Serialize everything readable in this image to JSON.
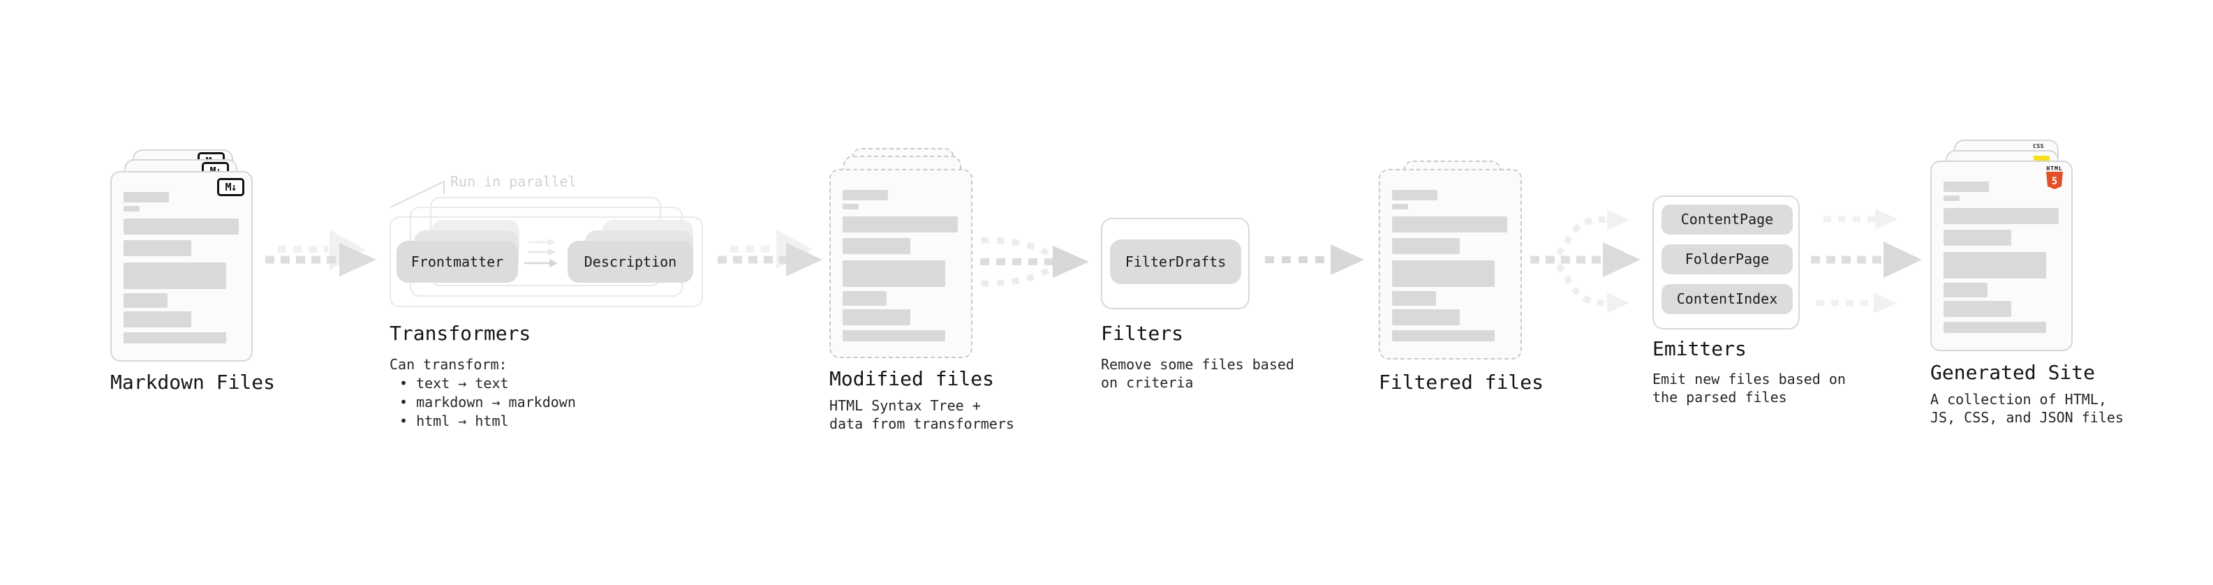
{
  "colors": {
    "html5_orange": "#e34f26",
    "js_yellow": "#f7df1e",
    "css_blue": "#4285f4"
  },
  "nodes": {
    "markdown_files": {
      "label": "Markdown Files",
      "badge": "M↓"
    },
    "transformers": {
      "label": "Transformers",
      "annotation": "Run in parallel",
      "pills": [
        "Frontmatter",
        "Description"
      ],
      "heading": "Can transform:",
      "bullets": [
        "• text → text",
        "• markdown → markdown",
        "• html → html"
      ]
    },
    "modified_files": {
      "label": "Modified files",
      "description_lines": [
        "HTML Syntax Tree +",
        "data from transformers"
      ]
    },
    "filters": {
      "label": "Filters",
      "pills": [
        "FilterDrafts"
      ],
      "description_lines": [
        "Remove some files based",
        "on criteria"
      ]
    },
    "filtered_files": {
      "label": "Filtered files"
    },
    "emitters": {
      "label": "Emitters",
      "pills": [
        "ContentPage",
        "FolderPage",
        "ContentIndex"
      ],
      "description_lines": [
        "Emit new files based on",
        "the parsed files"
      ]
    },
    "generated_site": {
      "label": "Generated Site",
      "badges": {
        "html_top": "HTML",
        "html_shield": "5",
        "css": "CSS"
      },
      "description_lines": [
        "A collection of HTML,",
        "JS, CSS, and JSON files"
      ]
    }
  }
}
